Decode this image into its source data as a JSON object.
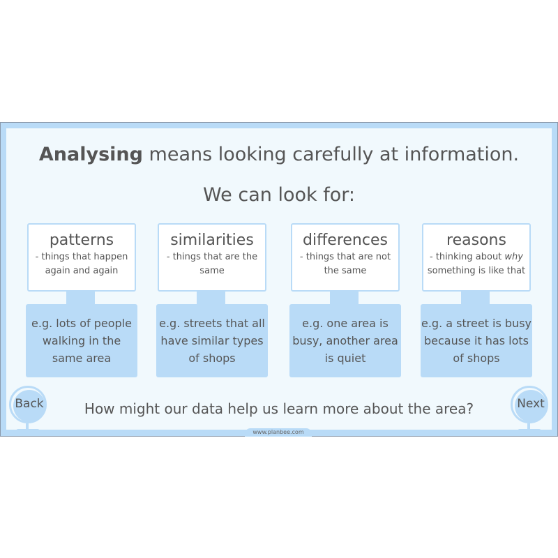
{
  "slide": {
    "title_bold": "Analysing",
    "title_rest": " means looking carefully at information.",
    "subtitle": "We can look for:",
    "cards": [
      {
        "word": "patterns",
        "definition": "- things that happen again and again",
        "example": "e.g. lots of people walking in the same area"
      },
      {
        "word": "similarities",
        "definition": "- things that are the same",
        "example": "e.g. streets that all have similar types of shops"
      },
      {
        "word": "differences",
        "definition": "- things that are not the same",
        "example": "e.g. one area is busy, another area is quiet"
      },
      {
        "word": "reasons",
        "definition_pre": "- thinking about ",
        "definition_em": "why",
        "definition_post": " something is like that",
        "example": "e.g. a street is busy because it has lots of shops"
      }
    ],
    "question": "How might our data help us learn more about the area?",
    "nav": {
      "back_label": "Back",
      "next_label": "Next"
    },
    "footer": "www.planbee.com"
  },
  "colors": {
    "frame": "#b9dbf7",
    "background": "#f1f9fd",
    "text": "#555555"
  }
}
